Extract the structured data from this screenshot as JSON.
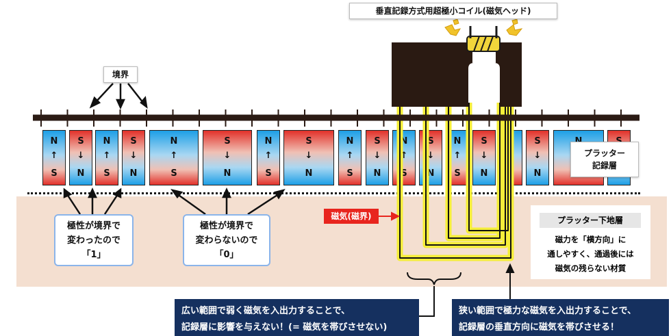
{
  "head_title": "垂直記録方式用超極小コイル(磁気ヘッド)",
  "boundary_label": "境界",
  "platter_layer": {
    "line1": "プラッター",
    "line2": "記録層"
  },
  "callout_changed": {
    "line1": "極性が境界で",
    "line2": "変わったので",
    "line3": "「1」"
  },
  "callout_unchanged": {
    "line1": "極性が境界で",
    "line2": "変わらないので",
    "line3": "「0」"
  },
  "underlayer": {
    "title": "プラッター下地層",
    "line1": "磁力を「横方向」に",
    "line2": "通しやすく、通過後には",
    "line3": "磁気の残らない材質"
  },
  "field_label": "磁気(磁界)",
  "bottom_left": {
    "line1": "広い範囲で弱く磁気を入出力することで、",
    "line2": "記録層に影響を与えない！(= 磁気を帯びさせない)"
  },
  "bottom_right": {
    "line1": "狭い範囲で極力な磁気を入出力することで、",
    "line2": "記録層の垂直方向に磁気を帯びさせる！"
  },
  "pole_labels": {
    "north": "N",
    "south": "S",
    "up_arrow": "↑",
    "down_arrow": "↓"
  },
  "colors": {
    "north_blue": "#1d9fe6",
    "south_red": "#e2312a",
    "field_yellow": "#f5ee3a",
    "head_black": "#2a1a12",
    "bottom_navy": "#15305f",
    "underlayer": "#f4dfd0"
  }
}
